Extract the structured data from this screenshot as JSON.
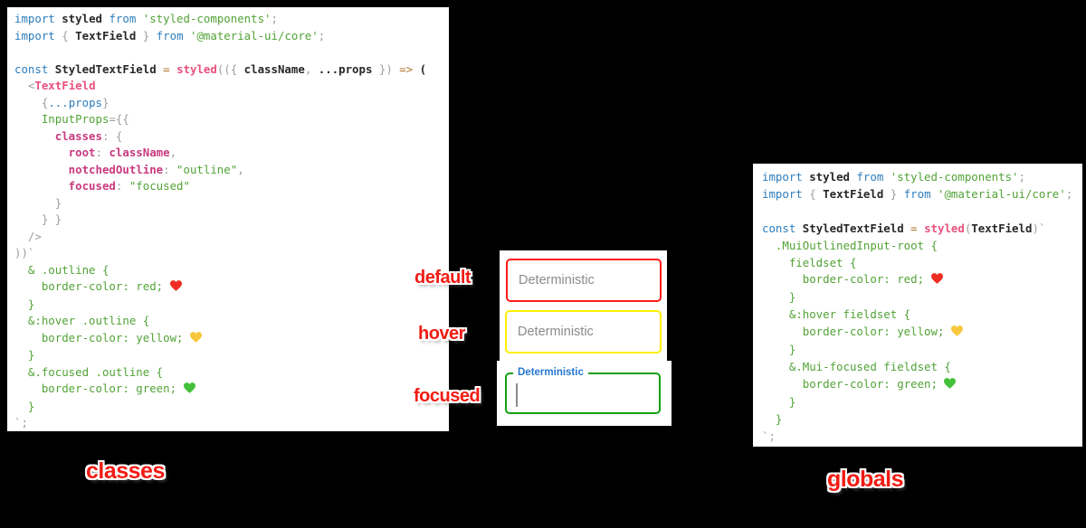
{
  "colors": {
    "page_bg": "#000000",
    "code_bg": "#ffffff",
    "sticker_text": "#f01c14",
    "sticker_outline": "#ffffff",
    "placeholder_text": "#8b8b8b",
    "focused_label_blue": "#2577cd",
    "default_border": "#ff1a1a",
    "hover_border": "#fdef00",
    "focused_border": "#12a012"
  },
  "stickers": {
    "default": "default",
    "hover": "hover",
    "focused": "focused",
    "classes": "classes",
    "globals": "globals"
  },
  "textfields": {
    "default": {
      "placeholder": "Deterministic",
      "border_color": "#ff1a1a"
    },
    "hover": {
      "placeholder": "Deterministic",
      "border_color": "#fdef00"
    },
    "focused": {
      "label": "Deterministic",
      "border_color": "#12a012",
      "label_color": "#2577cd"
    }
  },
  "code_blocks": {
    "classes": {
      "lines": [
        [
          [
            "kw",
            "import"
          ],
          [
            "id",
            " styled "
          ],
          [
            "kw",
            "from"
          ],
          [
            "str",
            " 'styled-components'"
          ],
          [
            "pu",
            ";"
          ]
        ],
        [
          [
            "kw",
            "import"
          ],
          [
            "pu",
            " { "
          ],
          [
            "id",
            "TextField"
          ],
          [
            "pu",
            " } "
          ],
          [
            "kw",
            "from"
          ],
          [
            "str",
            " '@material-ui/core'"
          ],
          [
            "pu",
            ";"
          ]
        ],
        [],
        [
          [
            "kw",
            "const"
          ],
          [
            "id",
            " StyledTextField "
          ],
          [
            "op",
            "="
          ],
          [
            "fn",
            " styled"
          ],
          [
            "pu",
            "(({ "
          ],
          [
            "id",
            "className"
          ],
          [
            "pu",
            ", "
          ],
          [
            "id",
            "...props"
          ],
          [
            "pu",
            " })"
          ],
          [
            "op",
            " =>"
          ],
          [
            "id",
            " ("
          ]
        ],
        [
          [
            "pu",
            "  <"
          ],
          [
            "tag",
            "TextField"
          ]
        ],
        [
          [
            "pu",
            "    {"
          ],
          [
            "kw",
            "...props"
          ],
          [
            "pu",
            "}"
          ]
        ],
        [
          [
            "css",
            "    InputProps"
          ],
          [
            "pu",
            "={{"
          ]
        ],
        [
          [
            "key",
            "      classes"
          ],
          [
            "pu",
            ": {"
          ]
        ],
        [
          [
            "key",
            "        root"
          ],
          [
            "pu",
            ": "
          ],
          [
            "key",
            "className"
          ],
          [
            "pu",
            ","
          ]
        ],
        [
          [
            "key",
            "        notchedOutline"
          ],
          [
            "pu",
            ": "
          ],
          [
            "str",
            "\"outline\""
          ],
          [
            "pu",
            ","
          ]
        ],
        [
          [
            "key",
            "        focused"
          ],
          [
            "pu",
            ": "
          ],
          [
            "str",
            "\"focused\""
          ]
        ],
        [
          [
            "pu",
            "      }"
          ]
        ],
        [
          [
            "pu",
            "    } }"
          ]
        ],
        [
          [
            "pu",
            "  />"
          ]
        ],
        [
          [
            "pu",
            "))`"
          ]
        ],
        [
          [
            "css",
            "  & .outline {"
          ]
        ],
        [
          [
            "css",
            "    border-color: red; "
          ],
          [
            "heart-red",
            "❤️"
          ]
        ],
        [
          [
            "css",
            "  }"
          ]
        ],
        [
          [
            "css",
            "  &:hover .outline {"
          ]
        ],
        [
          [
            "css",
            "    border-color: yellow; "
          ],
          [
            "heart-yellow",
            "💛"
          ]
        ],
        [
          [
            "css",
            "  }"
          ]
        ],
        [
          [
            "css",
            "  &.focused .outline {"
          ]
        ],
        [
          [
            "css",
            "    border-color: green; "
          ],
          [
            "heart-green",
            "💚"
          ]
        ],
        [
          [
            "css",
            "  }"
          ]
        ],
        [
          [
            "pu",
            "`;"
          ]
        ]
      ]
    },
    "globals": {
      "lines": [
        [
          [
            "kw",
            "import"
          ],
          [
            "id",
            " styled "
          ],
          [
            "kw",
            "from"
          ],
          [
            "str",
            " 'styled-components'"
          ],
          [
            "pu",
            ";"
          ]
        ],
        [
          [
            "kw",
            "import"
          ],
          [
            "pu",
            " { "
          ],
          [
            "id",
            "TextField"
          ],
          [
            "pu",
            " } "
          ],
          [
            "kw",
            "from"
          ],
          [
            "str",
            " '@material-ui/core'"
          ],
          [
            "pu",
            ";"
          ]
        ],
        [],
        [
          [
            "kw",
            "const"
          ],
          [
            "id",
            " StyledTextField "
          ],
          [
            "op",
            "="
          ],
          [
            "fn",
            " styled"
          ],
          [
            "pu",
            "("
          ],
          [
            "id",
            "TextField"
          ],
          [
            "pu",
            ")`"
          ]
        ],
        [
          [
            "css",
            "  .MuiOutlinedInput-root {"
          ]
        ],
        [
          [
            "css",
            "    fieldset {"
          ]
        ],
        [
          [
            "css",
            "      border-color: red; "
          ],
          [
            "heart-red",
            "❤️"
          ]
        ],
        [
          [
            "css",
            "    }"
          ]
        ],
        [
          [
            "css",
            "    &:hover fieldset {"
          ]
        ],
        [
          [
            "css",
            "      border-color: yellow; "
          ],
          [
            "heart-yellow",
            "💛"
          ]
        ],
        [
          [
            "css",
            "    }"
          ]
        ],
        [
          [
            "css",
            "    &.Mui-focused fieldset {"
          ]
        ],
        [
          [
            "css",
            "      border-color: green; "
          ],
          [
            "heart-green",
            "💚"
          ]
        ],
        [
          [
            "css",
            "    }"
          ]
        ],
        [
          [
            "css",
            "  }"
          ]
        ],
        [
          [
            "pu",
            "`;"
          ]
        ]
      ]
    }
  }
}
